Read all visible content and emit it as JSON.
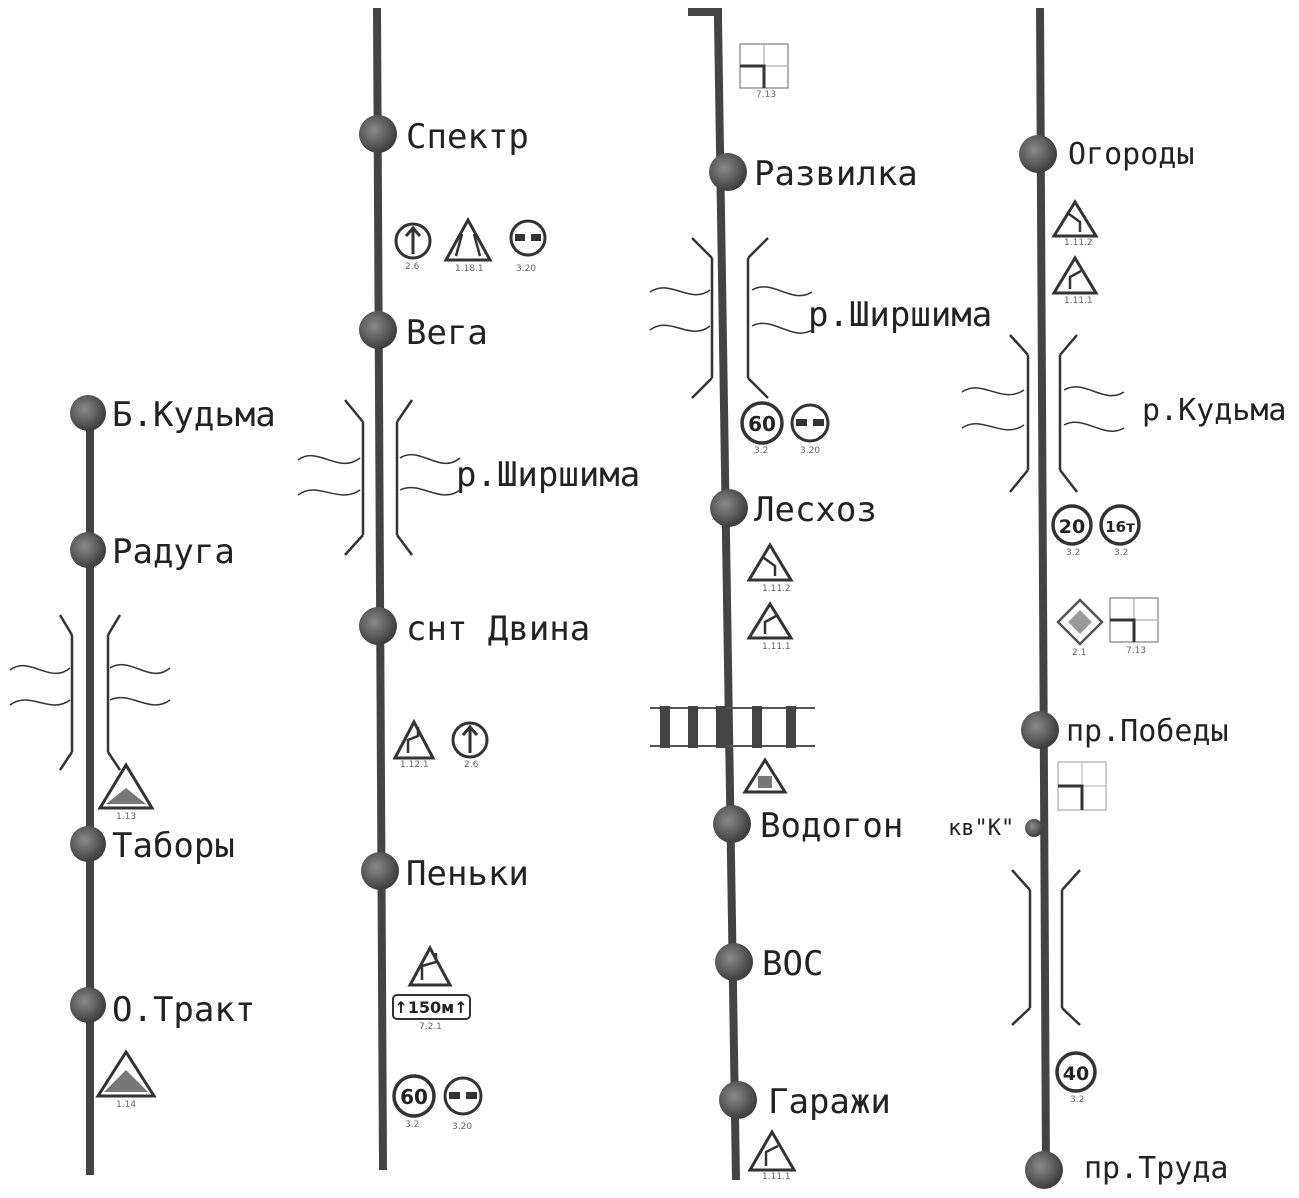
{
  "routes": [
    {
      "stops": [
        "Б.Кудьма",
        "Радуга",
        "Таборы",
        "О.Тракт"
      ],
      "sign_codes": [
        "1.13",
        "1.14"
      ]
    },
    {
      "stops": [
        "Спектр",
        "Вега",
        "снт Двина",
        "Пеньки"
      ],
      "river": "р.Ширшима",
      "sign_codes": [
        "2.6",
        "1.18.1",
        "3.20",
        "1.12.1",
        "2.6",
        "7.2.1",
        "3.2",
        "3.20"
      ],
      "plate_text": "↑150м↑",
      "speed_limit": "60"
    },
    {
      "stops": [
        "Развилка",
        "Лесхоз",
        "Водогон",
        "ВОС",
        "Гаражи"
      ],
      "river": "р.Ширшима",
      "sign_codes": [
        "7.13",
        "3.2",
        "3.20",
        "1.11.2",
        "1.11.1",
        "1.11.1"
      ],
      "speed_limit": "60"
    },
    {
      "stops": [
        "Огороды",
        "пр.Победы",
        "кв\"К\"",
        "пр.Труда"
      ],
      "river": "р.Кудьма",
      "sign_codes": [
        "1.11.2",
        "1.11.1",
        "3.2",
        "3.2",
        "2.1",
        "7.13",
        "3.2"
      ],
      "speed_limits": [
        "20",
        "40"
      ],
      "weight_limit": "16т"
    }
  ]
}
